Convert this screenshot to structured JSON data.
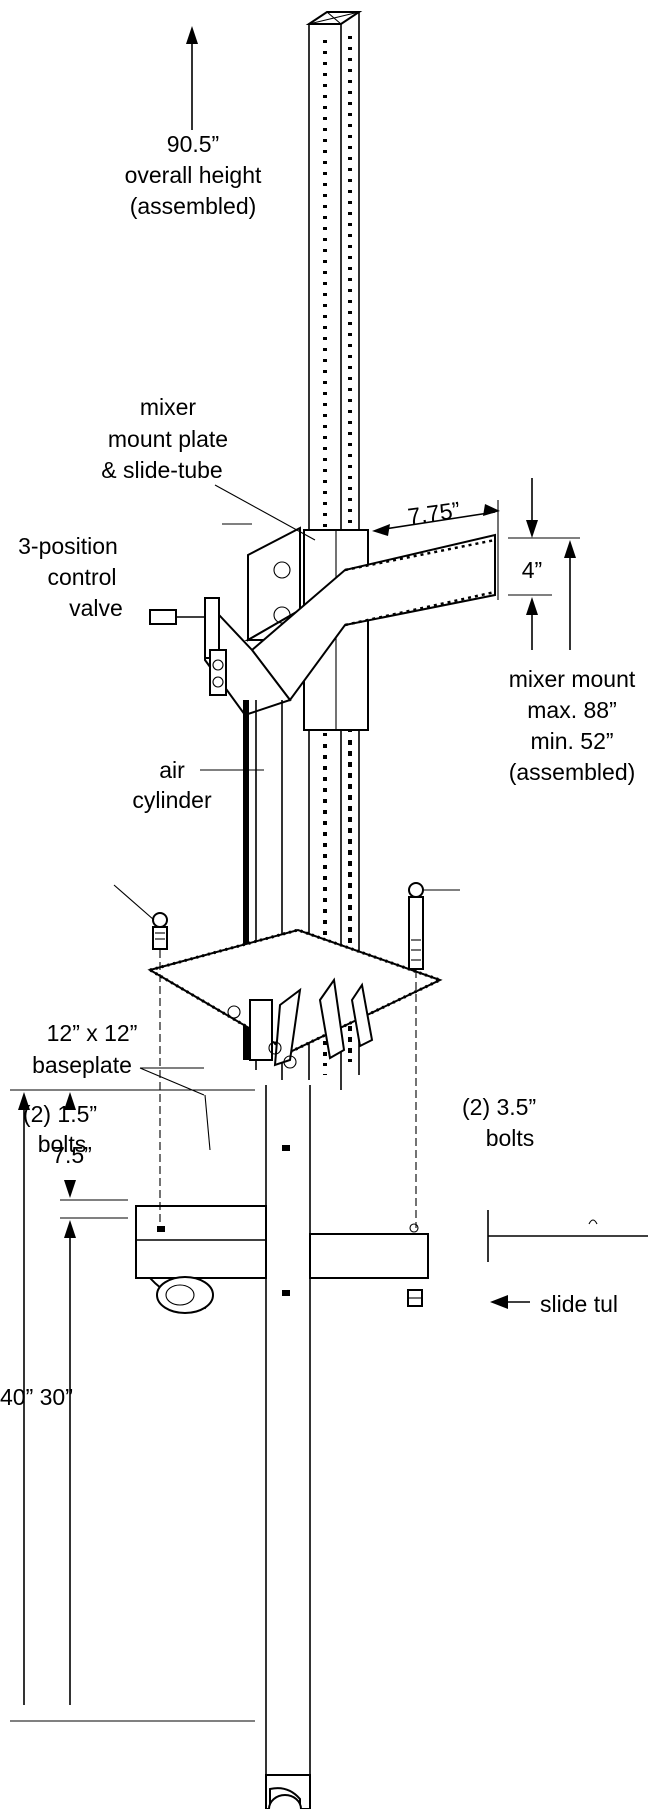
{
  "labels": {
    "overall_height_value": "90.5”",
    "overall_height_text": "overall height",
    "overall_height_note": "(assembled)",
    "mount_plate_1": "mixer",
    "mount_plate_2": "mount plate",
    "mount_plate_3": "& slide-tube",
    "valve_1": "3-position",
    "valve_2": "control",
    "valve_3": "valve",
    "arm_length": "7.75”",
    "plate_height": "4”",
    "mixer_mount_1": "mixer mount",
    "mixer_mount_2": "max. 88”",
    "mixer_mount_3": "min. 52”",
    "mixer_mount_4": "(assembled)",
    "air_cylinder_1": "air",
    "air_cylinder_2": "cylinder",
    "baseplate_1": "12” x 12”",
    "baseplate_2": "baseplate",
    "bolts_short_1": "(2) 1.5”",
    "bolts_short_2": "bolts",
    "bolts_long_1": "(2) 3.5”",
    "bolts_long_2": "bolts",
    "dim_75": "7.5”",
    "dim_40_30": "40” 30”",
    "slide_tube": "slide tul"
  }
}
